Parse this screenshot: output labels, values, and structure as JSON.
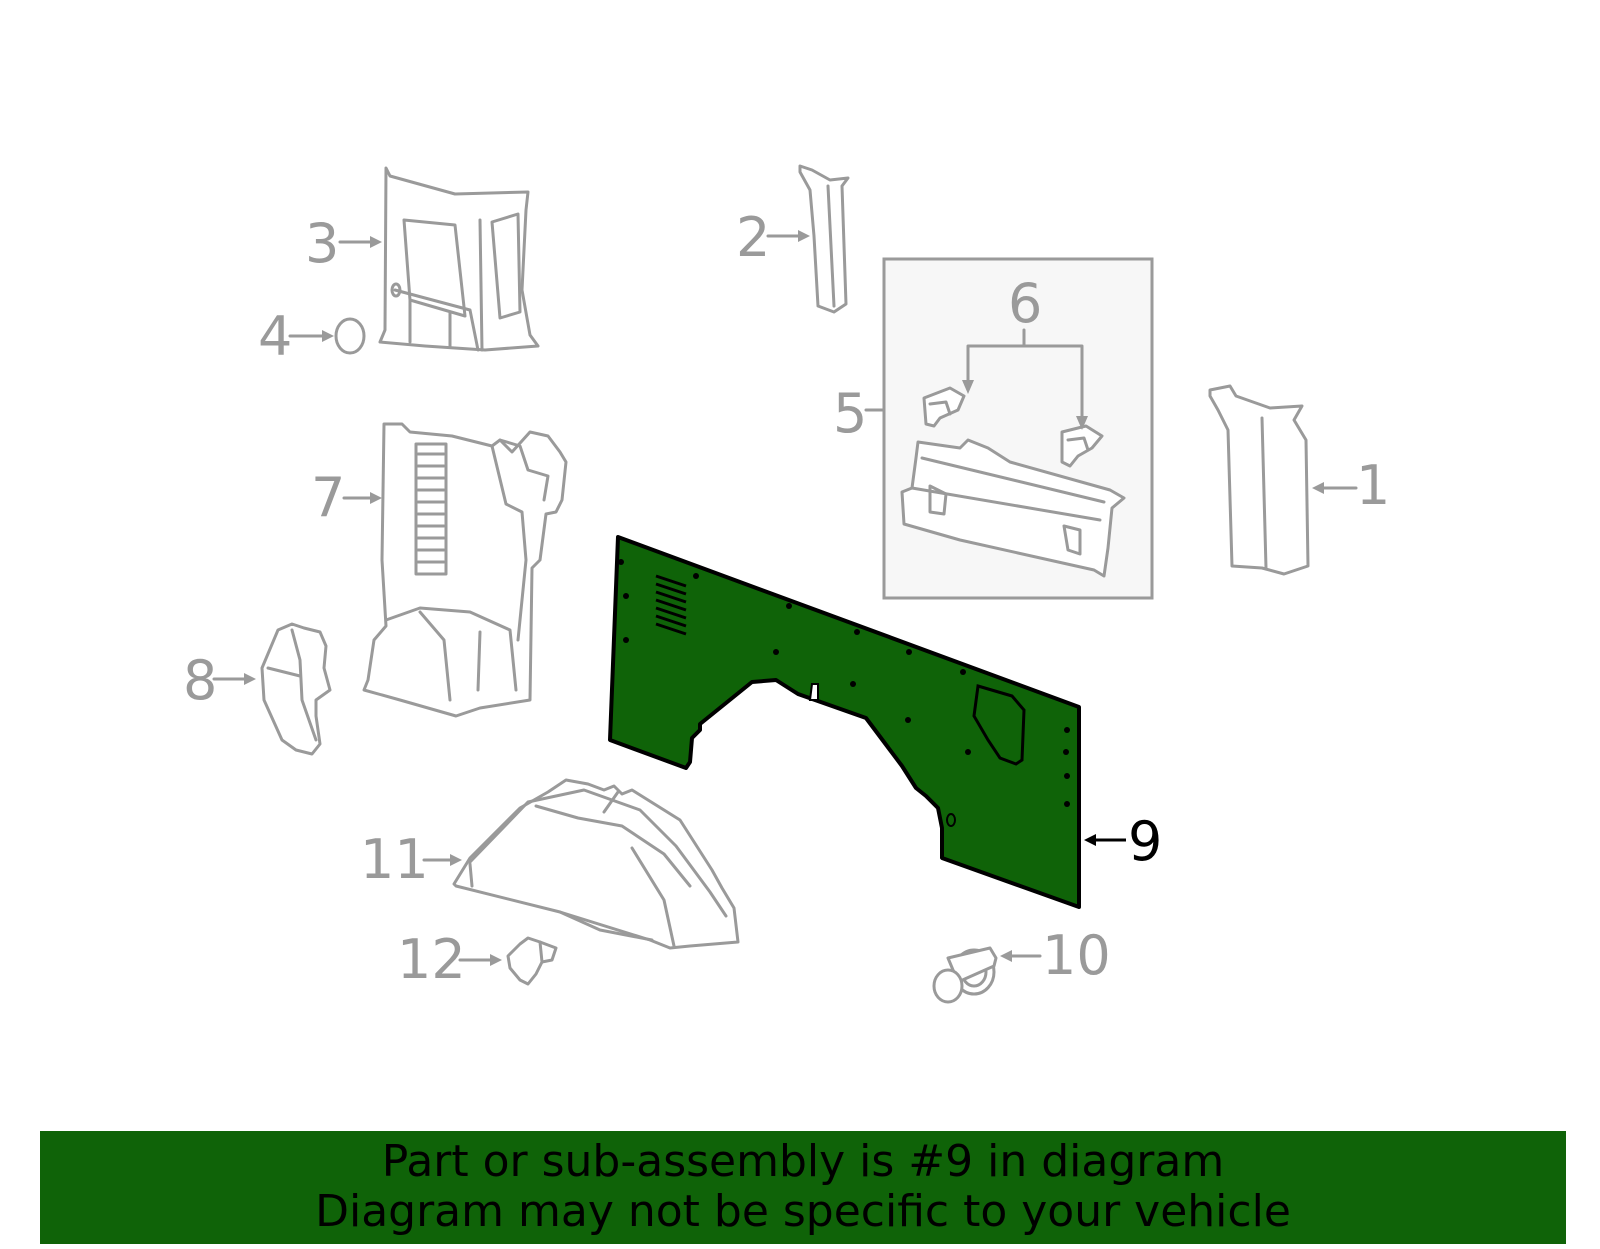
{
  "callouts": {
    "c1": "1",
    "c2": "2",
    "c3": "3",
    "c4": "4",
    "c5": "5",
    "c6": "6",
    "c7": "7",
    "c8": "8",
    "c9": "9",
    "c10": "10",
    "c11": "11",
    "c12": "12"
  },
  "highlight": {
    "part": "9",
    "color": "#0f6308"
  },
  "footer": {
    "line1": "Part or sub-assembly is #9 in diagram",
    "line2": "Diagram may not be specific to your vehicle"
  }
}
